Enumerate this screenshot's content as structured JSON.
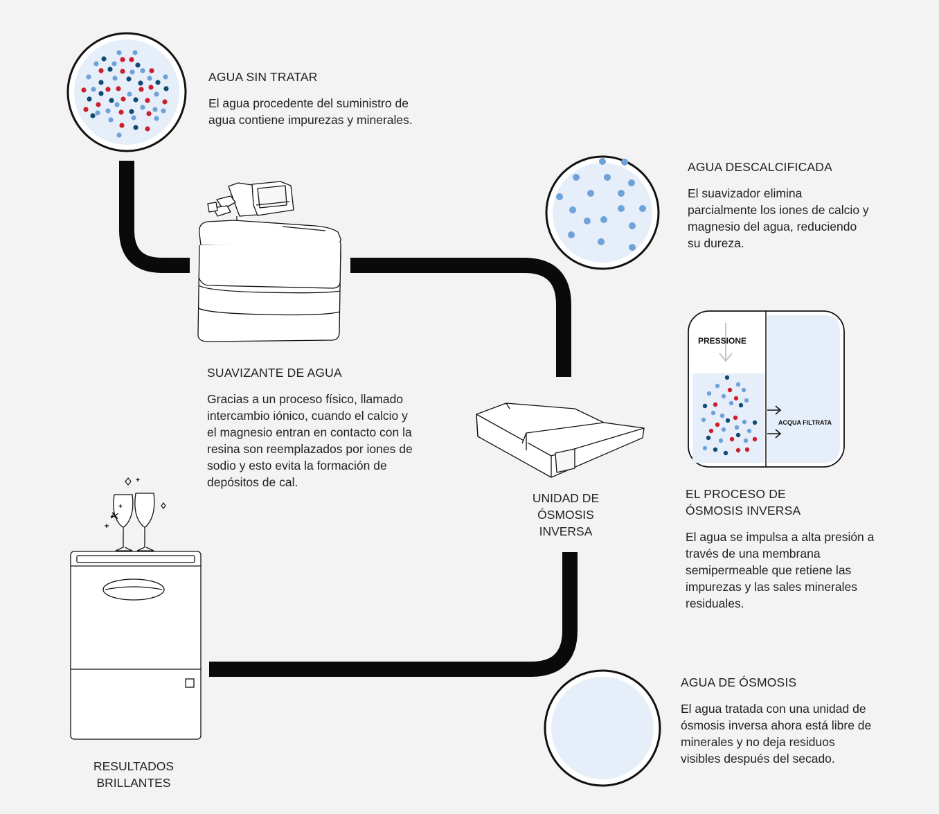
{
  "colors": {
    "background": "#f3f3f3",
    "pipe": "#0a0a0a",
    "circle_fill": "#e6eef9",
    "dot_red": "#cc1f2d",
    "dot_navy": "#0f4c73",
    "dot_light_blue": "#6fa2d8"
  },
  "raw_water": {
    "title": "AGUA SIN TRATAR",
    "body": "El agua procedente del suministro de agua contiene impurezas y minerales."
  },
  "softened_water": {
    "title": "AGUA DESCALCIFICADA",
    "body": "El suavizador elimina parcialmente los iones de calcio y magnesio del agua, reduciendo su dureza."
  },
  "softener": {
    "title": "SUAVIZANTE DE AGUA",
    "body": "Gracias a un proceso físico, llamado intercambio iónico, cuando el calcio y el magnesio entran en contacto con la resina son reemplazados por iones de sodio y esto evita la formación de depósitos de cal."
  },
  "ro_unit": {
    "label": "UNIDAD DE ÓSMOSIS INVERSA"
  },
  "ro_process": {
    "title": "EL PROCESO DE ÓSMOSIS INVERSA",
    "body": "El agua se impulsa a alta presión a través de una membrana semipermeable que retiene las impurezas y las sales minerales residuales.",
    "pressure_label": "PRESSIONE",
    "filtered_label": "ACQUA FILTRATA"
  },
  "osmosis_water": {
    "title": "AGUA DE ÓSMOSIS",
    "body": "El agua tratada con una unidad de ósmosis inversa ahora está libre de minerales y no deja residuos visibles después del secado."
  },
  "results": {
    "label": "RESULTADOS BRILLANTES"
  },
  "icons": [
    "raw-water-circle-icon",
    "water-softener-icon",
    "softened-water-circle-icon",
    "ro-membrane-icon",
    "ro-unit-icon",
    "osmosis-water-circle-icon",
    "dishwasher-icon",
    "wine-glasses-icon",
    "sparkle-icon"
  ]
}
